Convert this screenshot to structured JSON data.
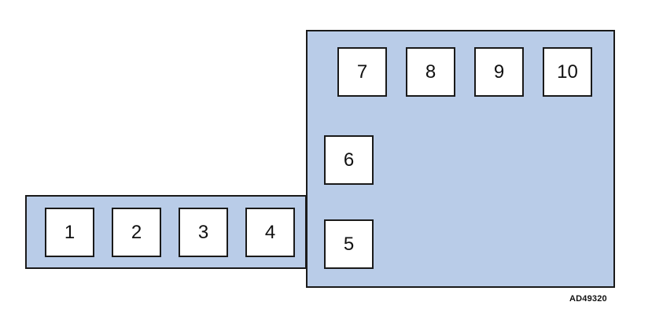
{
  "diagram": {
    "slots_left": [
      "1",
      "2",
      "3",
      "4"
    ],
    "slots_right_vertical": [
      "6",
      "5"
    ],
    "slots_right_top": [
      "7",
      "8",
      "9",
      "10"
    ],
    "figure_code": "AD49320"
  },
  "colors": {
    "panel_fill": "#b9cce8",
    "outline": "#1a1a1a",
    "slot_fill": "#ffffff"
  }
}
